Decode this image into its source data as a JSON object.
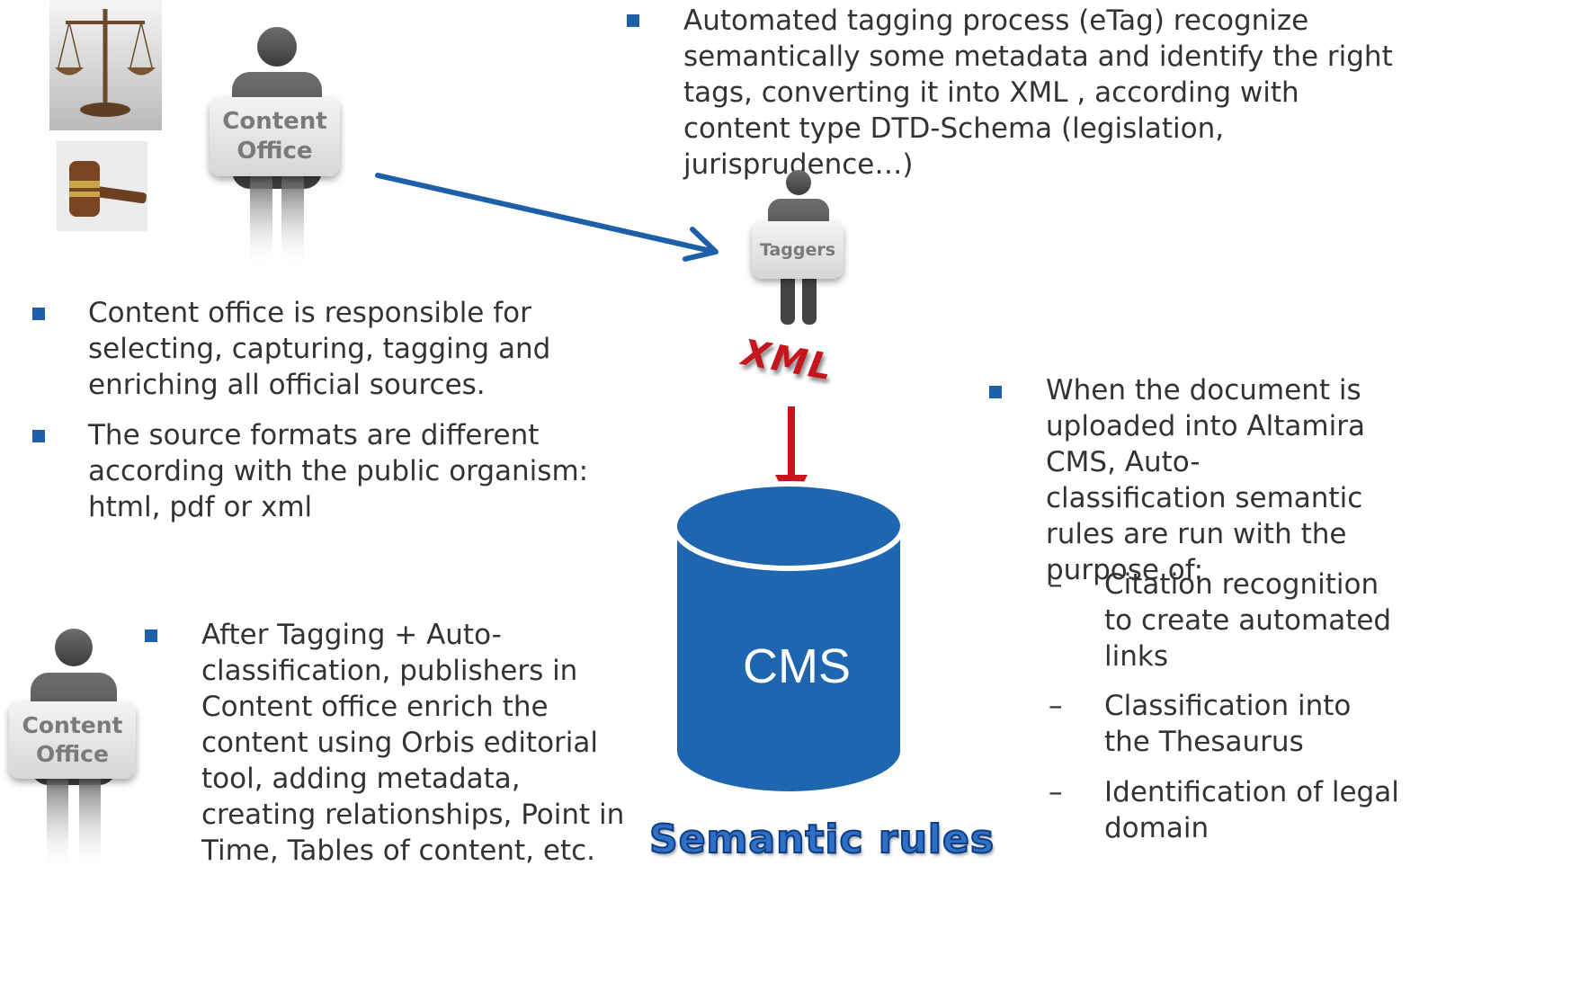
{
  "top_bullet": "Automated tagging process (eTag) recognize semantically some metadata and identify the right tags, converting it into XML , according with content type DTD-Schema (legislation, jurisprudence…)",
  "sign_content_office": [
    "Content",
    "Office"
  ],
  "sign_taggers": "Taggers",
  "left_bullets": [
    "Content office is responsible for selecting, capturing, tagging and enriching all official sources.",
    "The source formats are different according with the public organism: html, pdf or xml"
  ],
  "bottom_bullet": "After Tagging + Auto-classification, publishers in Content office enrich the content using Orbis editorial tool, adding metadata, creating relationships, Point in Time, Tables of content, etc.",
  "xml_label": "XML",
  "cms_label": "CMS",
  "semantic_rules_label": "Semantic rules",
  "right_bullet": "When the document is uploaded into Altamira CMS, Auto-classification semantic rules are run with the purpose of:",
  "right_subitems": [
    "Citation recognition to create automated links",
    "Classification into the Thesaurus",
    "Identification of legal domain"
  ],
  "colors": {
    "accent_blue": "#1d5fa8",
    "cylinder_blue": "#1f66b0",
    "arrow_red": "#c4161c"
  }
}
